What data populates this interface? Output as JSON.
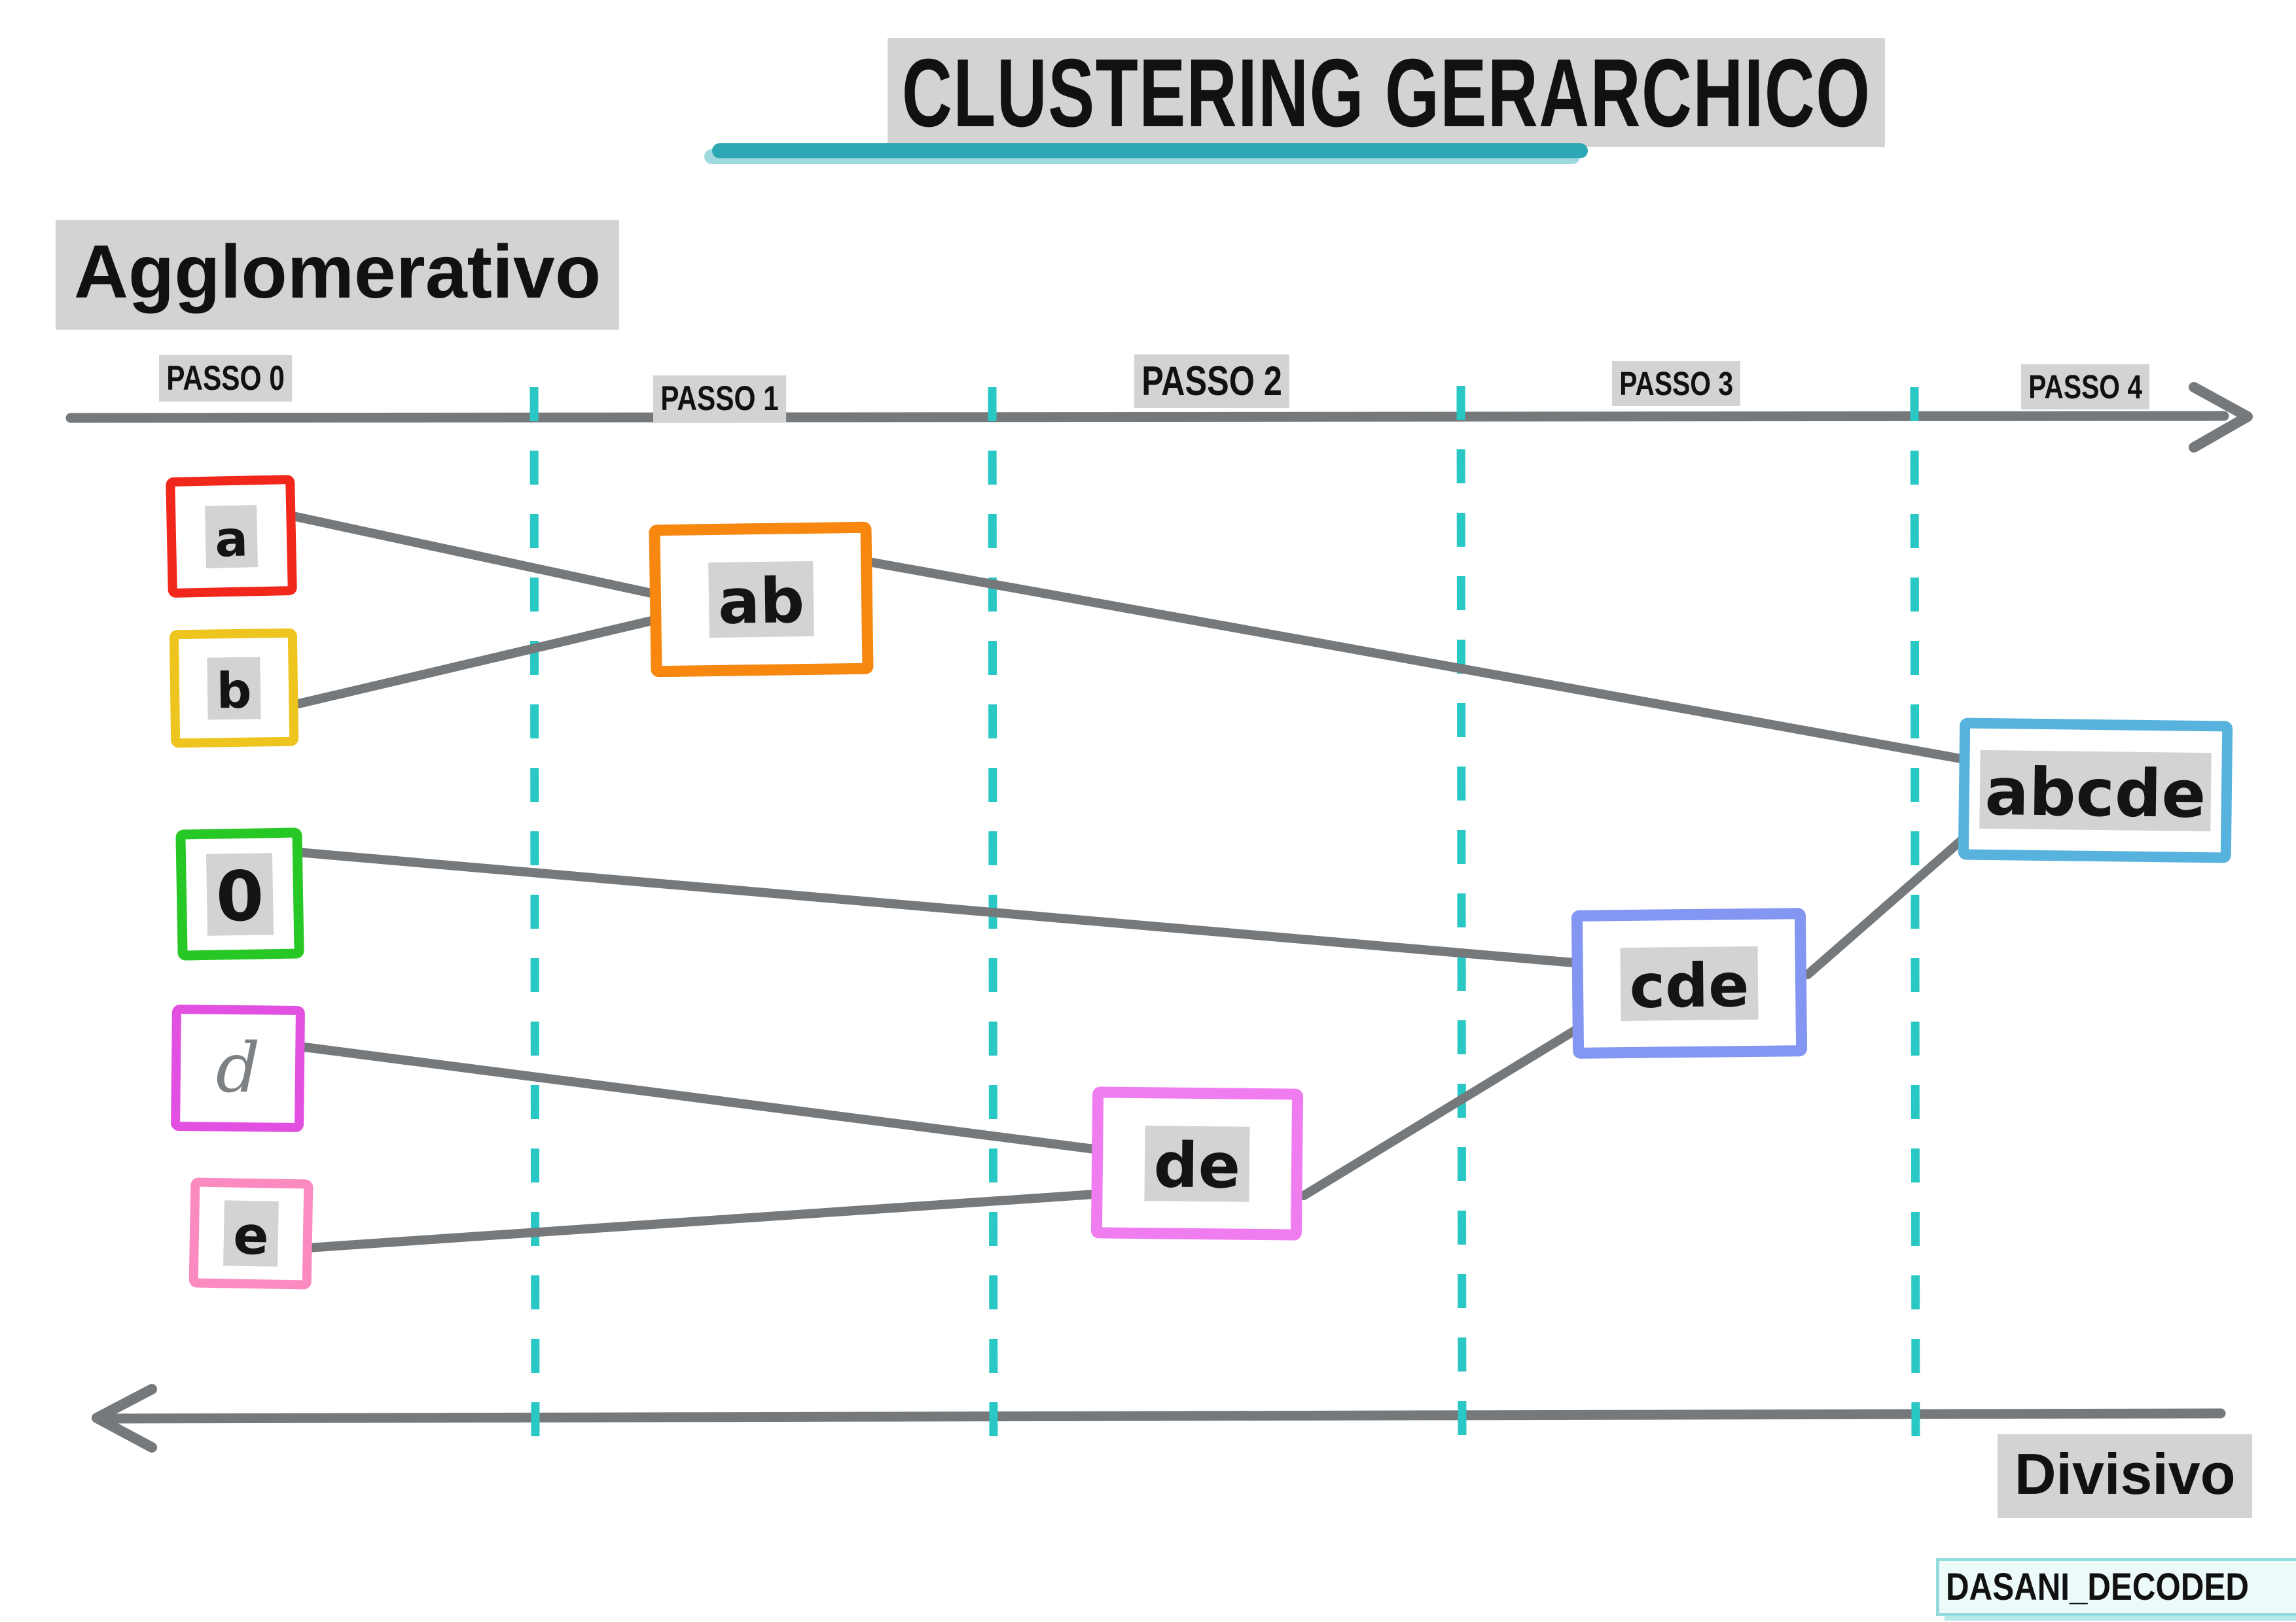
{
  "title": {
    "text": "CLUSTERING GERARCHICO"
  },
  "modes": {
    "agglomerative": "Agglomerativo",
    "divisive": "Divisivo"
  },
  "timeline": {
    "steps": [
      "PASSO 0",
      "PASSO 1",
      "PASSO 2",
      "PASSO 3",
      "PASSO 4"
    ],
    "top_arrow_direction": "right",
    "bottom_arrow_direction": "left"
  },
  "nodes": {
    "a": {
      "label": "a",
      "border": "#f1271b"
    },
    "b": {
      "label": "b",
      "border": "#eec41e"
    },
    "c0": {
      "label": "0",
      "border": "#27c825"
    },
    "d": {
      "label": "d",
      "border": "#e250e2"
    },
    "e": {
      "label": "e",
      "border": "#fb8ac0"
    },
    "ab": {
      "label": "ab",
      "border": "#f8870f"
    },
    "de": {
      "label": "de",
      "border": "#f07df0"
    },
    "cde": {
      "label": "cde",
      "border": "#8296f2"
    },
    "abcde": {
      "label": "abcde",
      "border": "#57b2dd"
    }
  },
  "edges": [
    {
      "from": "a",
      "to": "ab"
    },
    {
      "from": "b",
      "to": "ab"
    },
    {
      "from": "ab",
      "to": "abcde"
    },
    {
      "from": "0",
      "to": "cde"
    },
    {
      "from": "d",
      "to": "de"
    },
    {
      "from": "e",
      "to": "de"
    },
    {
      "from": "de",
      "to": "cde"
    },
    {
      "from": "cde",
      "to": "abcde"
    }
  ],
  "watermark": "DASANI_DECODED",
  "colors": {
    "connector_gray": "#75797c",
    "step_divider_teal": "#29c8c4",
    "title_underline_teal": "#2ea7b5",
    "highlight_gray": "#d3d3d3",
    "script_letter_gray": "#7d8184",
    "watermark_border_teal": "#93dcdc",
    "watermark_bg": "#edfafa"
  }
}
